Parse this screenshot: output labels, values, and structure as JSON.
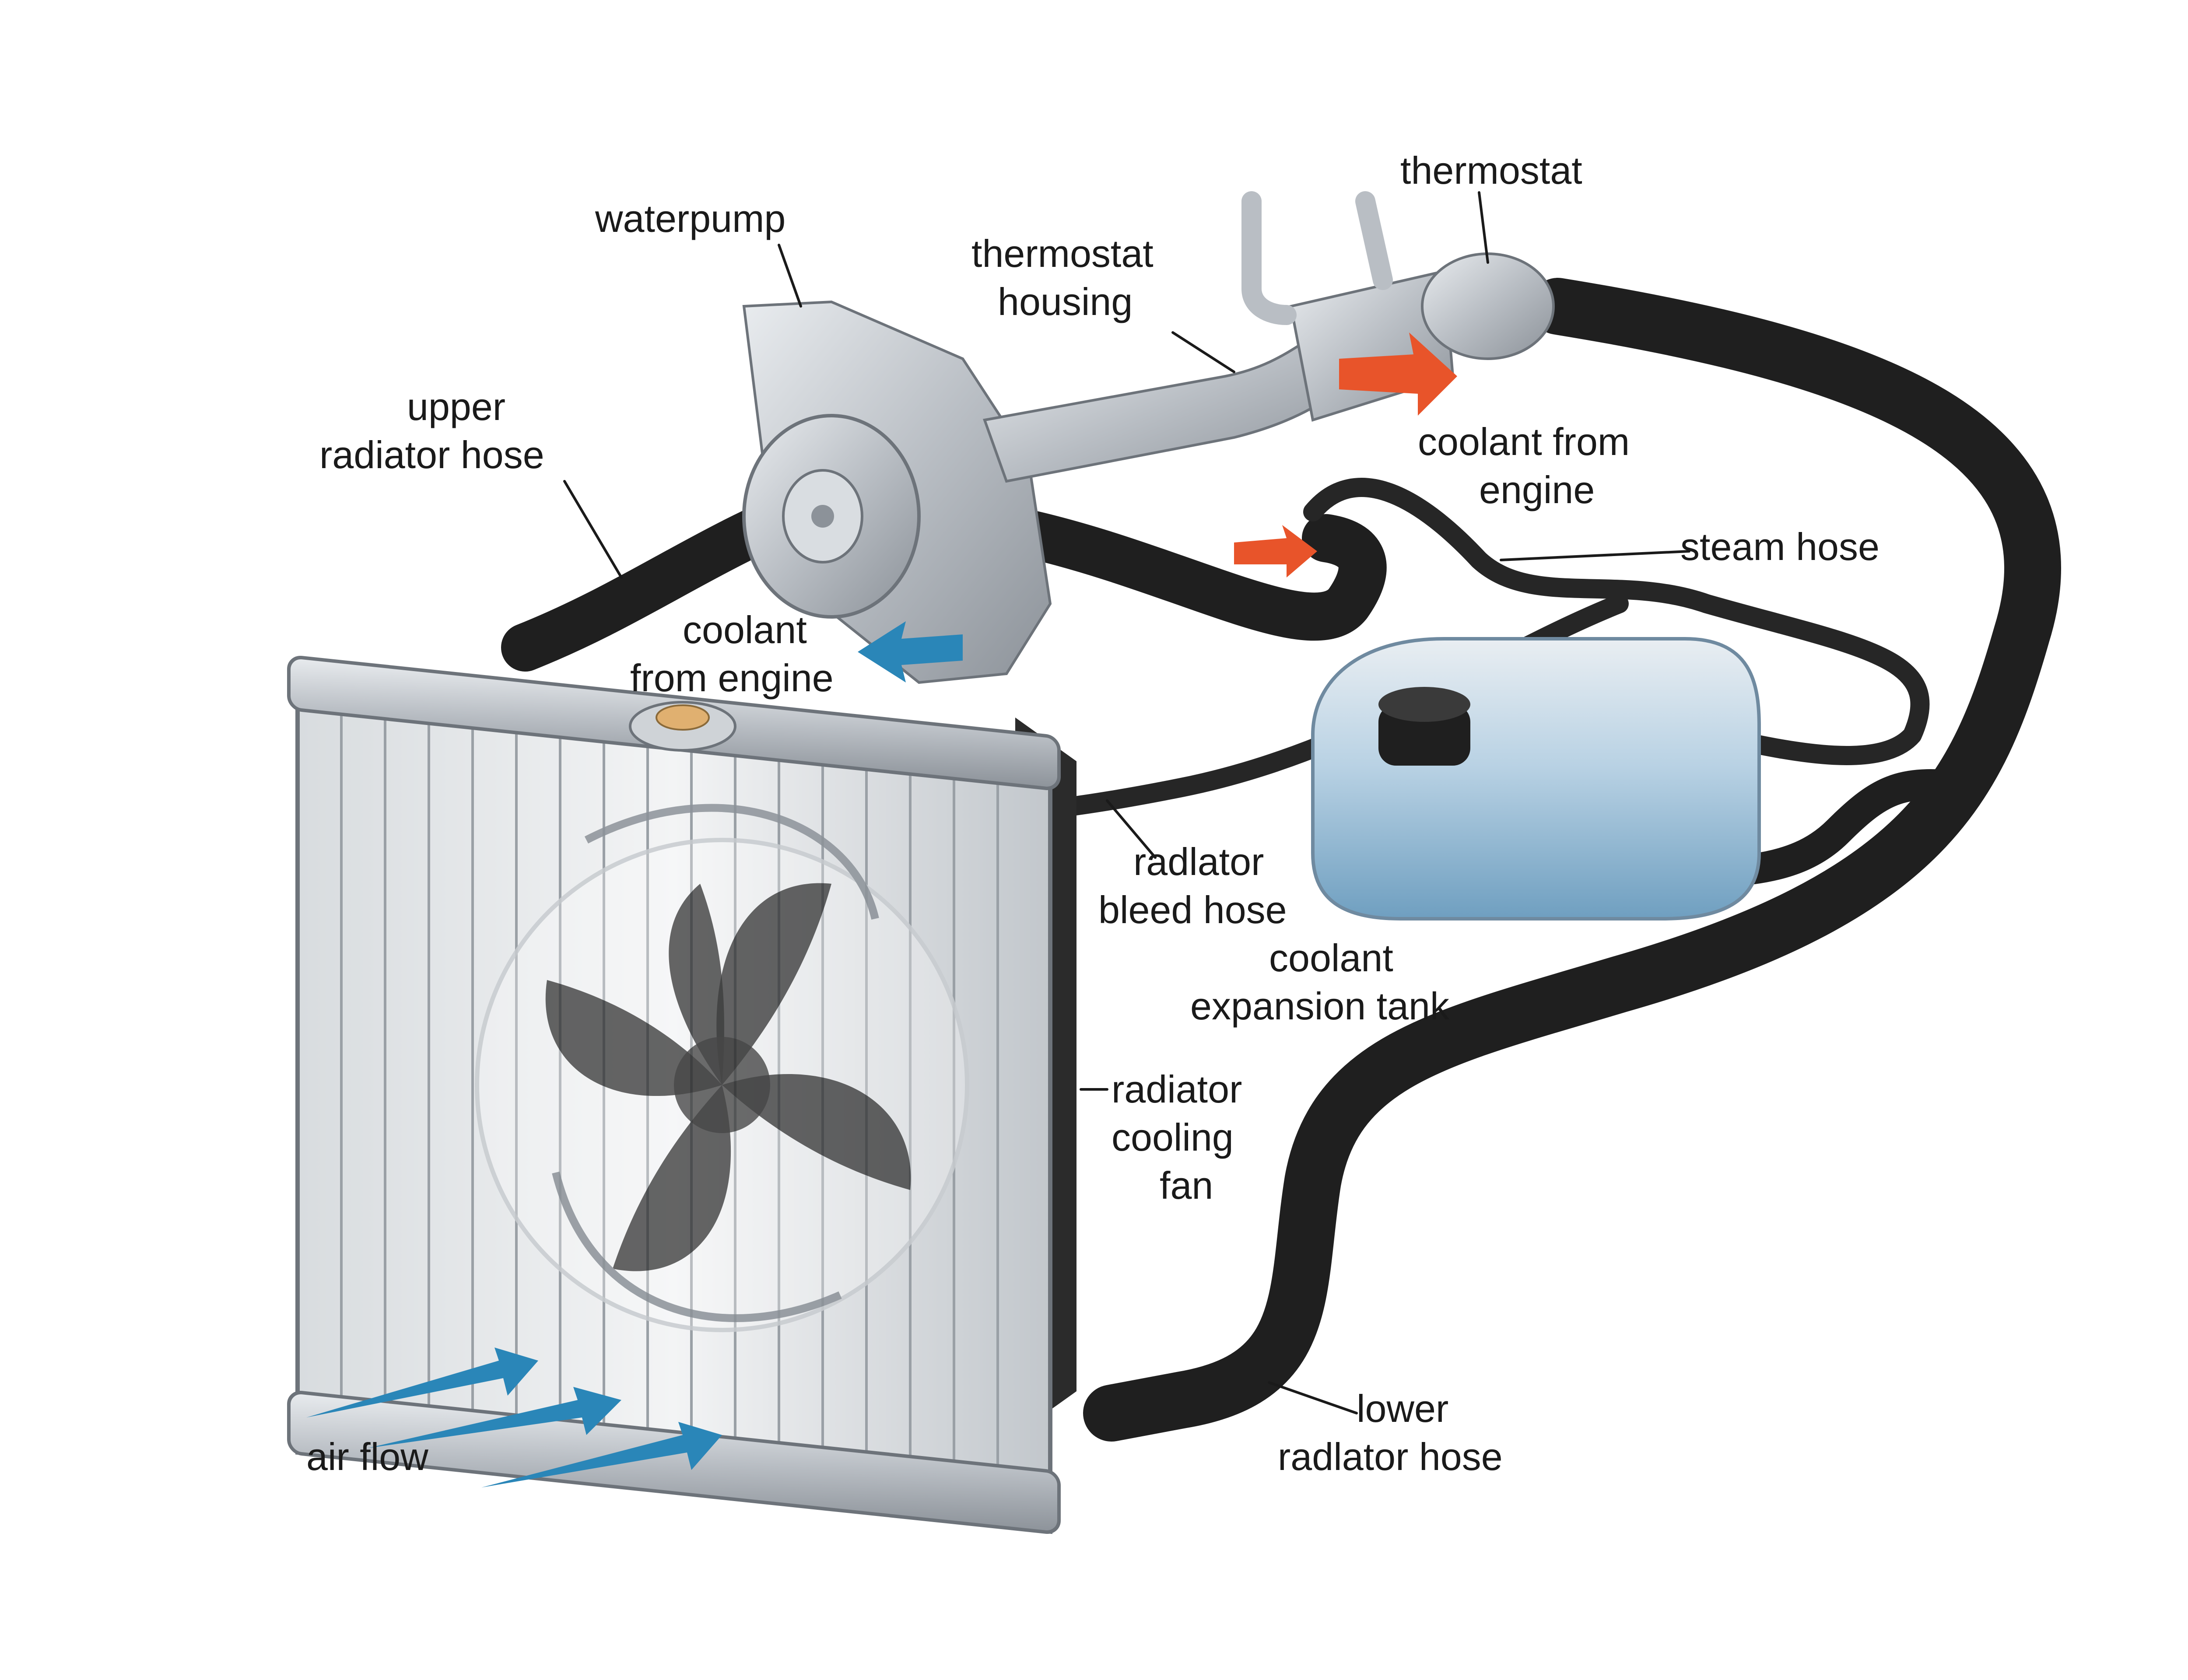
{
  "labels": {
    "waterpump": "waterpump",
    "thermostat_housing_1": "thermostat",
    "thermostat_housing_2": "housing",
    "thermostat": "thermostat",
    "upper_hose_1": "upper",
    "upper_hose_2": "radiator hose",
    "coolant_from_engine_top_1": "coolant from",
    "coolant_from_engine_top_2": "engine",
    "steam_hose": "steam hose",
    "coolant_from_engine_left_1": "coolant",
    "coolant_from_engine_left_2": "from engine",
    "bleed_hose_1": "radlator",
    "bleed_hose_2": "bleed hose",
    "expansion_tank_1": "coolant",
    "expansion_tank_2": "expansion tank",
    "cooling_fan_1": "radiator",
    "cooling_fan_2": "cooling",
    "cooling_fan_3": "fan",
    "lower_hose_1": "lower",
    "lower_hose_2": "radlator hose",
    "air_flow": "air flow"
  },
  "colors": {
    "hot_arrow": "#e8542a",
    "cold_arrow": "#2a86b8",
    "hose": "#1f1f1f",
    "metal": "#b9bec4",
    "coolant": "#8fb9d6"
  },
  "icons": {
    "flow_arrows": "arrow-icon",
    "fan": "fan-icon"
  }
}
